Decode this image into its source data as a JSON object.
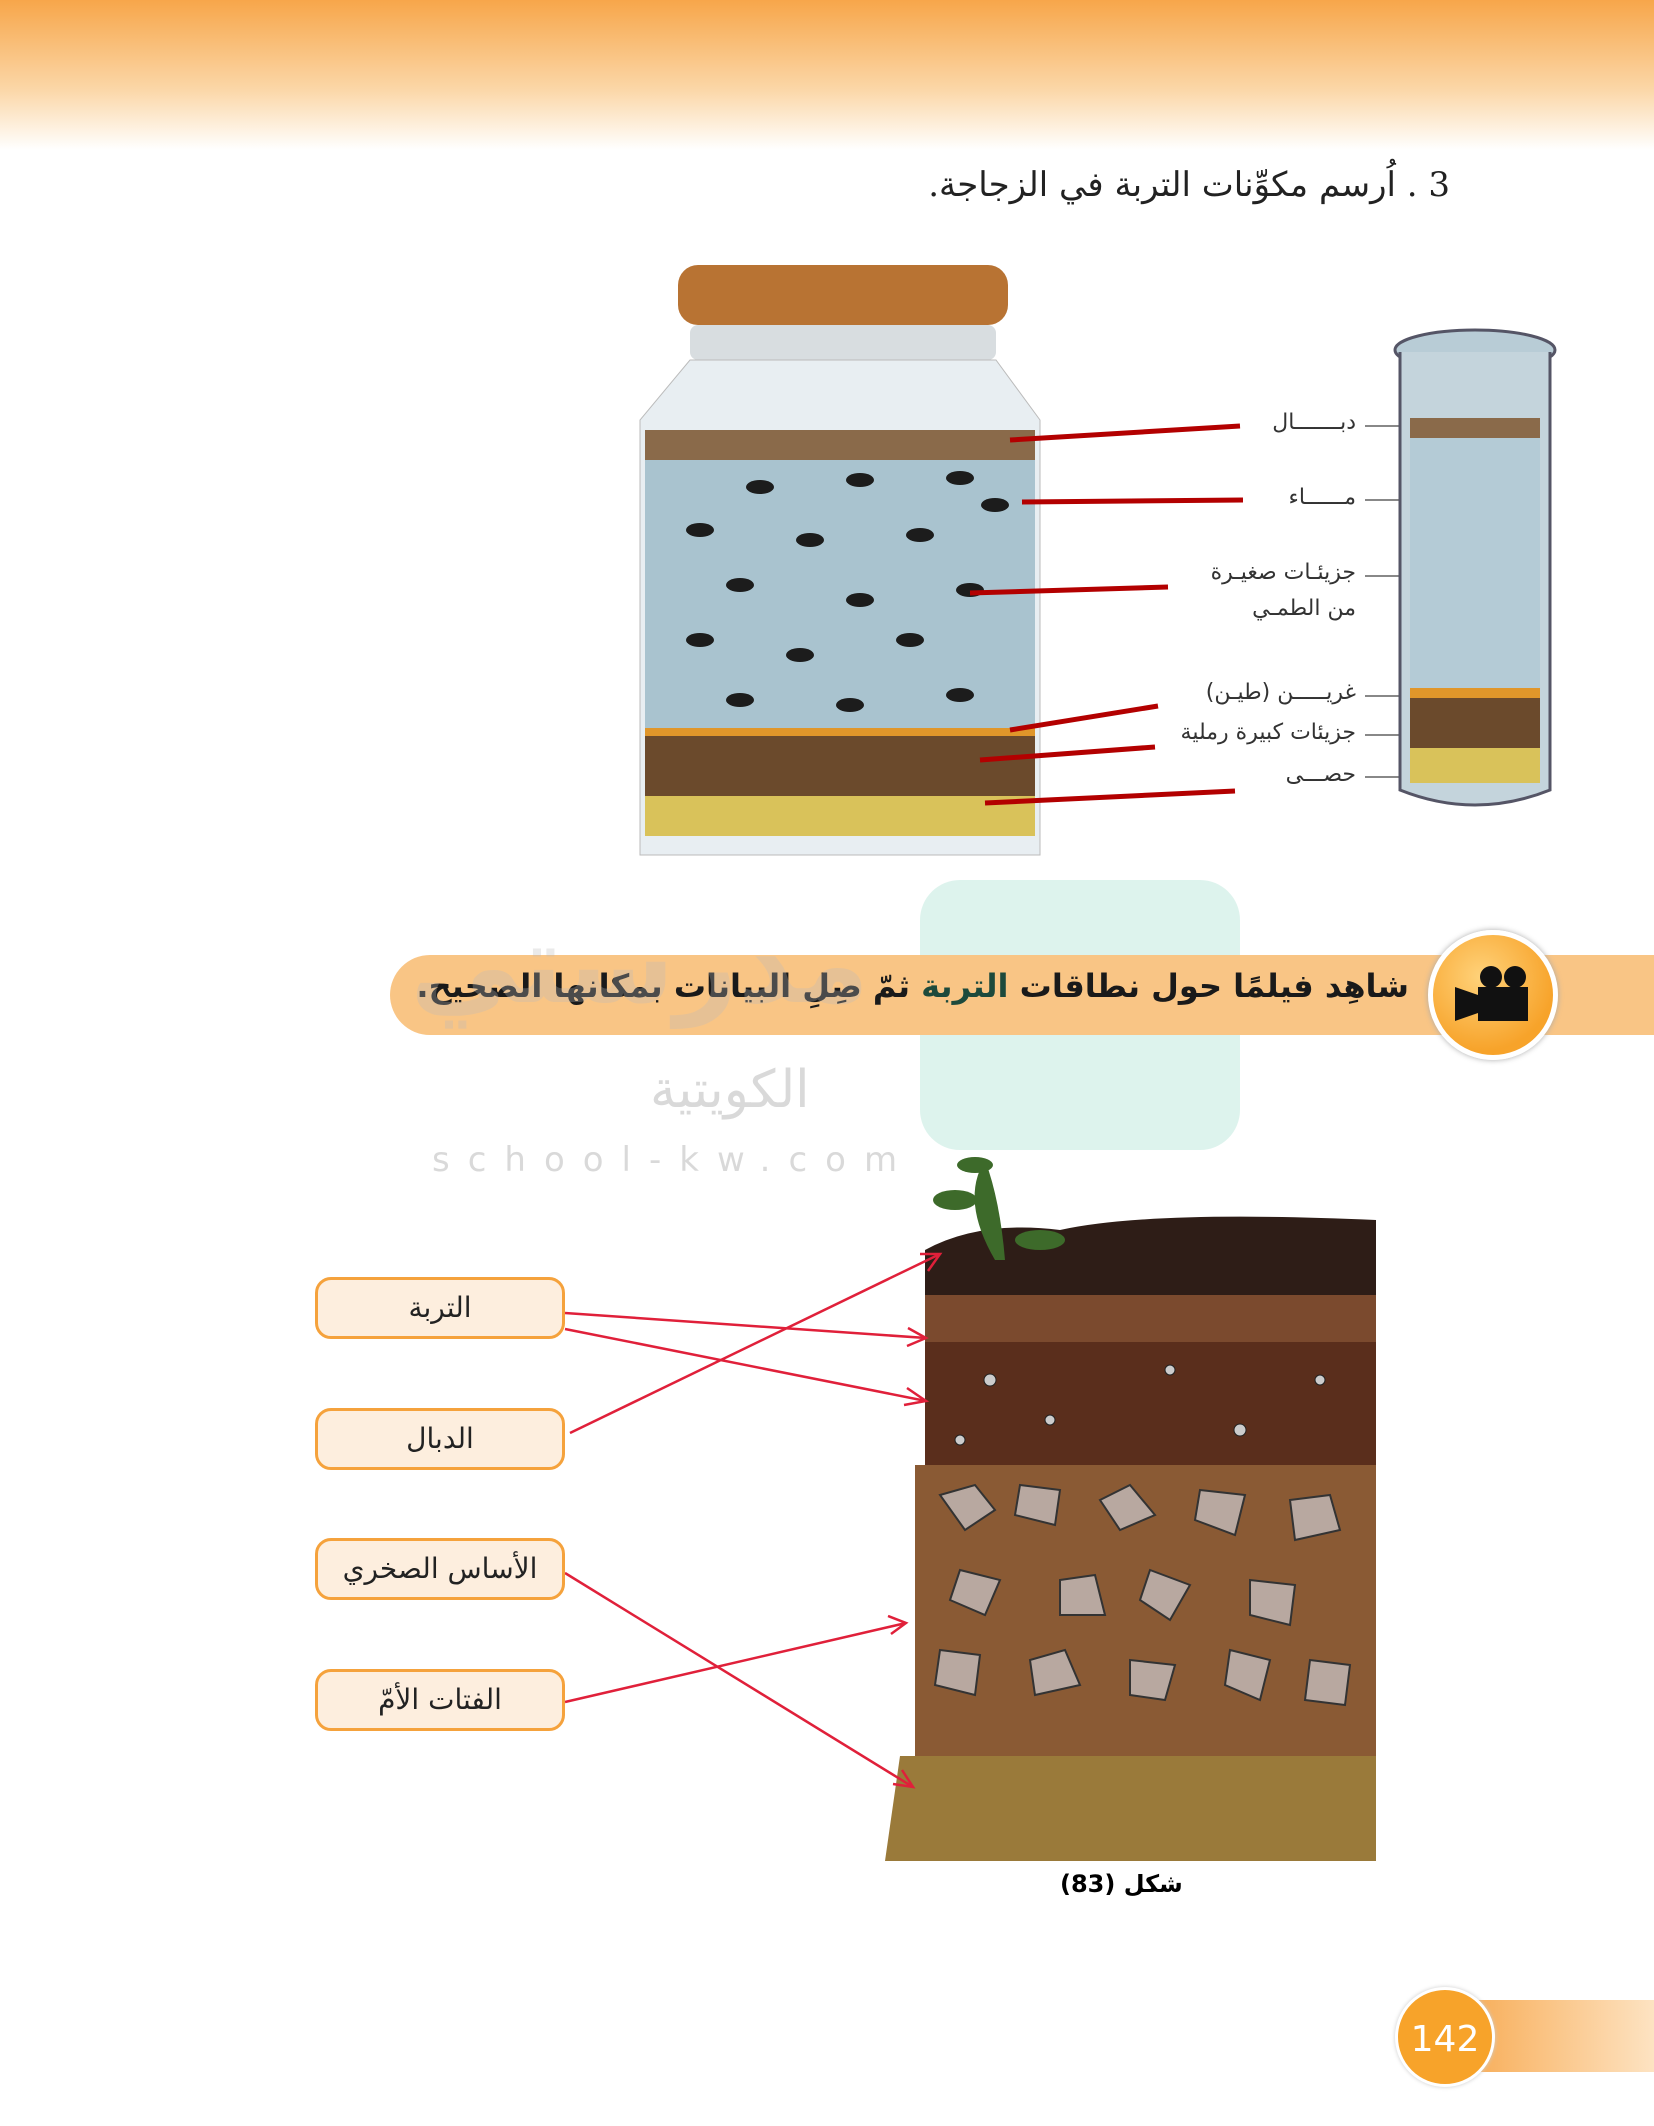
{
  "header": {
    "title": "3 . اُرسم مكوِّنات التربة في الزجاجة."
  },
  "jar_labels": [
    "دبـــــــال",
    "مــــــاء",
    "جزيئـات صغيـرة",
    "من الطمـي",
    "غريـــــن (طيـن)",
    "جزيئات كبيرة رملية",
    "حصـــى"
  ],
  "banner": {
    "part1": "شاهِد فيلمًا حول نطاقات ",
    "part2": "التربة",
    "part3": " ثمّ صِلِ البيانات بمكانها الصحيح."
  },
  "watermark": {
    "name": "مدرستي",
    "sub": "الكويتية",
    "url": "school-kw.com"
  },
  "boxes": [
    "التربة",
    "الدبال",
    "الأساس الصخري",
    "الفتات الأمّ"
  ],
  "caption": "شكل (83)",
  "page_number": "142"
}
